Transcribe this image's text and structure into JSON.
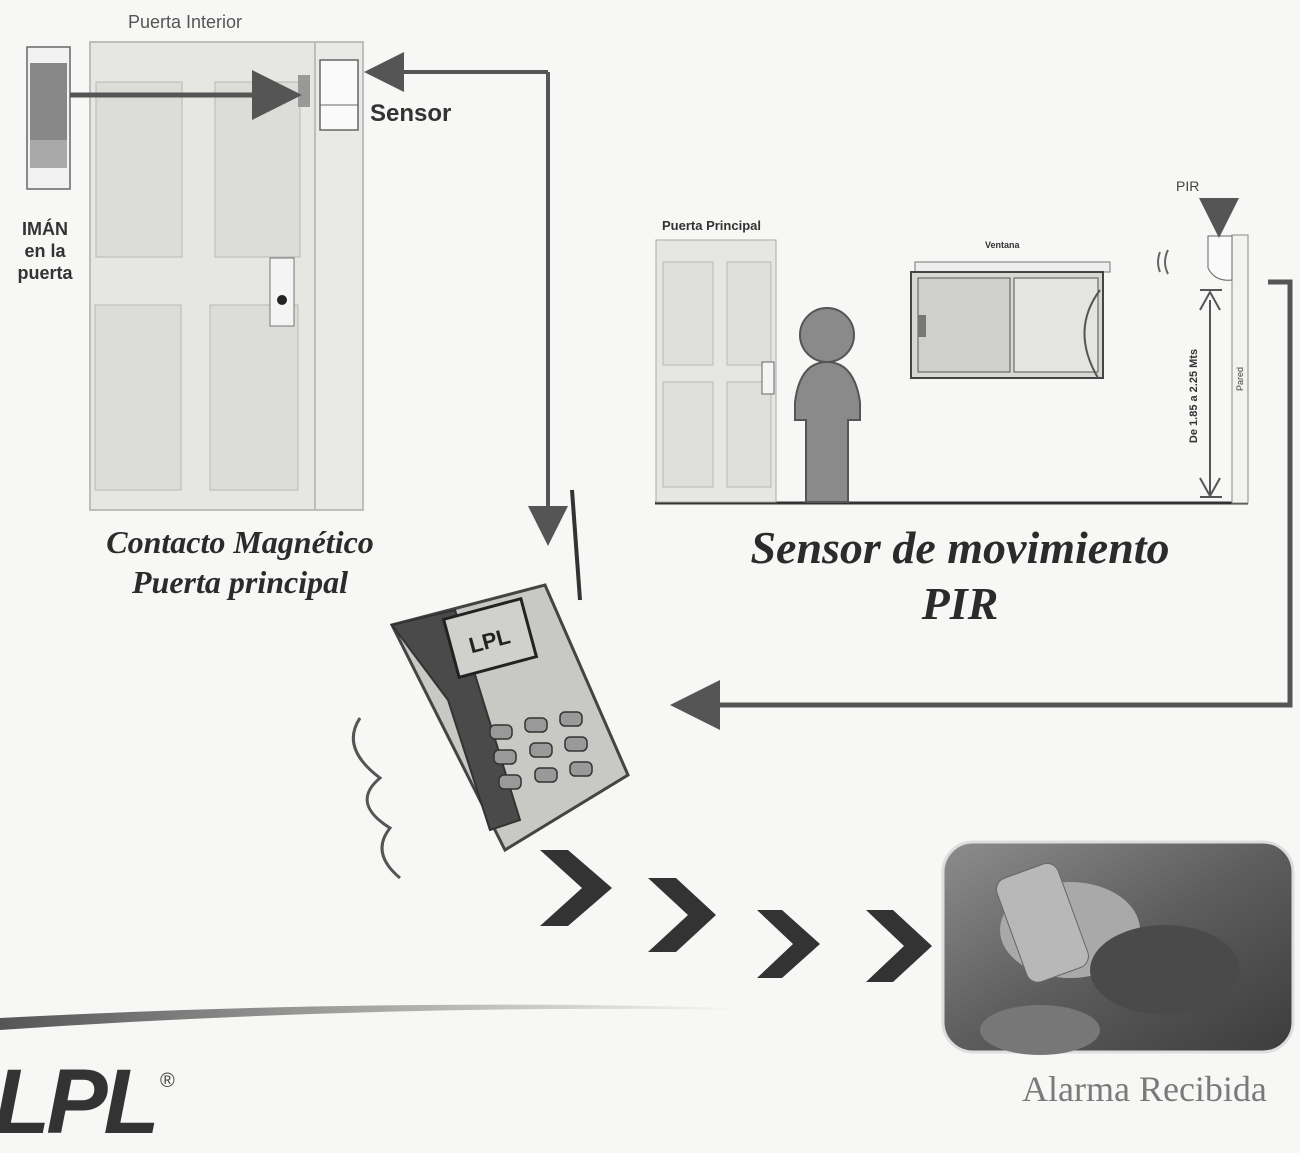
{
  "labels": {
    "puerta_interior": "Puerta Interior",
    "sensor": "Sensor",
    "iman_line1": "IMÁN",
    "iman_line2": "en la",
    "iman_line3": "puerta",
    "contacto_line1": "Contacto Magnético",
    "contacto_line2": "Puerta principal",
    "pir": "PIR",
    "puerta_principal": "Puerta Principal",
    "ventana": "Ventana",
    "altura": "De 1.85 a 2.25 Mts",
    "pared": "Pared",
    "pir_title_line1": "Sensor de movimiento",
    "pir_title_line2": "PIR",
    "alarma": "Alarma Recibida",
    "logo": "LPL",
    "registered": "®"
  },
  "colors": {
    "arrow": "#5a5a5a",
    "chevron": "#333333",
    "door": "#e2e2df"
  }
}
